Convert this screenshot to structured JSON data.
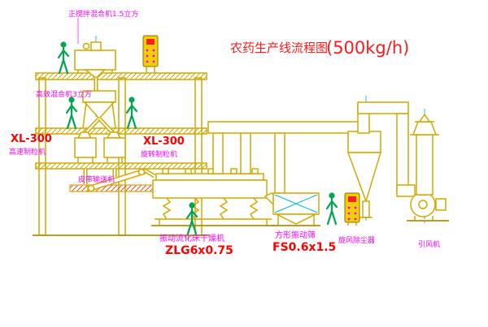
{
  "diagram": {
    "title": {
      "text": "农药生产线流程图",
      "capacity": "(500kg/h)"
    },
    "labels": {
      "top_mixer": "正搅拌混合机1.5立方",
      "high_eff_mixer": "高效混合机3立方",
      "granulator_left_model": "XL-300",
      "granulator_left_name": "高速制粒机",
      "granulator_center_model": "XL-300",
      "granulator_center_name": "旋转制粒机",
      "belt_conveyor": "皮带输送机",
      "dryer_name": "振动流化床干燥机",
      "dryer_model": "ZLG6x0.75",
      "square_sieve_name": "方形振动筛",
      "square_sieve_model": "FS0.6x1.5",
      "cyclone": "旋风除尘器",
      "fan": "引风机"
    },
    "colors": {
      "structure": "#d0aa00",
      "figure": "#00a550",
      "label": "#ff00ff",
      "model_text": "#ff0000",
      "centerline": "#00c0d0",
      "background": "#ffffff"
    }
  }
}
